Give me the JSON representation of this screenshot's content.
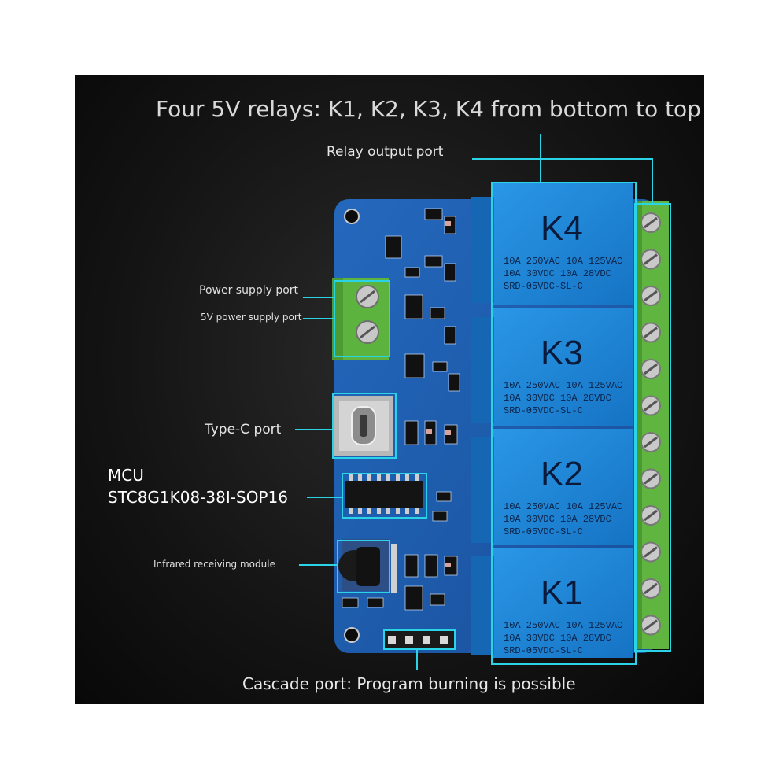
{
  "labels": {
    "title": "Four 5V relays: K1, K2, K3, K4 from bottom to top",
    "relay_output": "Relay output port",
    "power_supply": "Power supply port",
    "power_5v": "5V power supply port",
    "type_c": "Type-C port",
    "mcu": "MCU",
    "mcu_model": "STC8G1K08-38I-SOP16",
    "infrared": "Infrared receiving module",
    "cascade": "Cascade port: Program burning is possible"
  },
  "relays": [
    {
      "name": "K4",
      "lines": [
        "10A 250VAC 10A 125VAC",
        "10A 30VDC 10A 28VDC",
        "SRD-05VDC-SL-C"
      ]
    },
    {
      "name": "K3",
      "lines": [
        "10A 250VAC 10A 125VAC",
        "10A 30VDC 10A 28VDC",
        "SRD-05VDC-SL-C"
      ]
    },
    {
      "name": "K2",
      "lines": [
        "10A 250VAC 10A 125VAC",
        "10A 30VDC 10A 28VDC",
        "SRD-05VDC-SL-C"
      ]
    },
    {
      "name": "K1",
      "lines": [
        "10A 250VAC 10A 125VAC",
        "10A 30VDC 10A 28VDC",
        "SRD-05VDC-SL-C"
      ]
    }
  ],
  "colors": {
    "pcb": "#1f5fb0",
    "relay": "#1e87d6",
    "terminal": "#6cc24a",
    "highlight": "#2ad4e6"
  }
}
